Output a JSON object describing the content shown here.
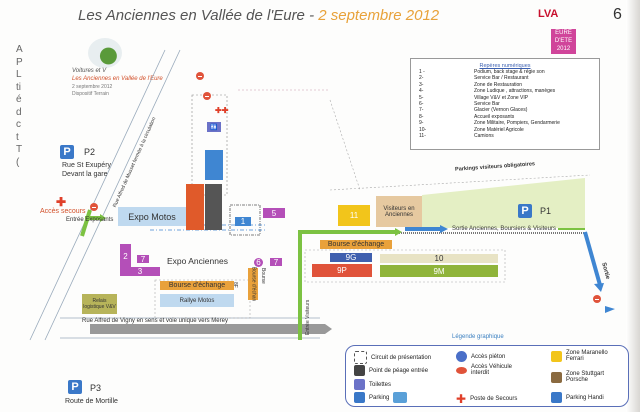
{
  "header": {
    "title": "Les Anciennes en Vallée de l'Eure - ",
    "date": "2 septembre 2012",
    "page_number": "6"
  },
  "left_fragment": [
    "A",
    "P",
    "L",
    "ti",
    "é",
    "d",
    "c",
    "t",
    "T",
    "("
  ],
  "logos": {
    "lva": "LVA",
    "eure_ete": "EURE D'ETE 2012"
  },
  "event_logo": {
    "script": "Voitures et V",
    "name": "Les Anciennes en Vallée de l'Eure",
    "date": "2 septembre 2012",
    "subtitle": "Dispositif Terrain"
  },
  "numbered_legend": {
    "title": "Repères numériques",
    "items": [
      {
        "n": "1 -",
        "label": "Podium, back stage & régie son"
      },
      {
        "n": "2-",
        "label": "Service Bar / Restaurant"
      },
      {
        "n": "3-",
        "label": "Zone de Restauration"
      },
      {
        "n": "4-",
        "label": "Zone Ludique , attractions, manèges"
      },
      {
        "n": "5-",
        "label": "Village V&V et Zone VIP"
      },
      {
        "n": "6-",
        "label": "Service Bar"
      },
      {
        "n": "7-",
        "label": "Glacier (Vernon Glaces)"
      },
      {
        "n": "8-",
        "label": "Accueil exposants"
      },
      {
        "n": "9-",
        "label": "Zone Militaire, Pompiers, Gendarmerie"
      },
      {
        "n": "10-",
        "label": "Zone Matériel Agricole"
      },
      {
        "n": "11-",
        "label": "Camions"
      }
    ]
  },
  "map": {
    "p2": {
      "label": "P2",
      "line1": "Rue St Exupéry",
      "line2": "Devant la gare"
    },
    "p1": "P1",
    "p3": {
      "label": "P3",
      "line1": "Route de Mortille"
    },
    "road_diagonal": "Rue Alfred de Musset fermée à la circulation",
    "road_bottom": "Rue Alfred de Vigny en sens et voie unique vers Merey",
    "acces_secours": "Accès secours",
    "entree_exposants": "Entrée Exposants",
    "expo_motos": "Expo Motos",
    "expo_anciennes": "Expo Anciennes",
    "bourse1": "Bourse d'échange",
    "rallye": "Rallye Motos",
    "relais": "Relais logistique V&V",
    "bourse_vertical": "Bourse d'échan",
    "bourse_side": "Bourse",
    "z8": "8F",
    "z1": "1",
    "z2": "2",
    "z3": "3",
    "z5": "5",
    "z6": "6",
    "z7a": "7",
    "z7b": "7",
    "z11": "11",
    "visiteurs": "Visiteurs en Anciennes",
    "parkings_obligatoires": "Parkings visiteurs obligatoires",
    "sortie_main": "Sortie Anciennes, Boursiers & Visiteurs",
    "bourse2": "Bourse d'échange",
    "z9g": "9G",
    "z9p": "9P",
    "z10": "10",
    "z9m": "9M",
    "entree_visiteurs": "Entrée Visiteurs",
    "sortie": "Sortie"
  },
  "graphic_legend": {
    "title": "Légende graphique",
    "items": [
      "Circuit de présentation",
      "Point de péage entrée",
      "Toilettes",
      "Parking",
      "Accès piéton",
      "Accès Véhicule interdit",
      "Poste de Secours",
      "Zone Maranello Ferrari",
      "Zone Stuttgart Porsche",
      "Parking Handi"
    ]
  },
  "colors": {
    "purple": "#b44fb8",
    "blue": "#3f86d2",
    "orange": "#e9a13b",
    "green": "#7cc242",
    "red": "#e0533a",
    "yellow": "#f2c51b",
    "olive": "#b7b45a",
    "lightgreen": "#e4efc4"
  }
}
